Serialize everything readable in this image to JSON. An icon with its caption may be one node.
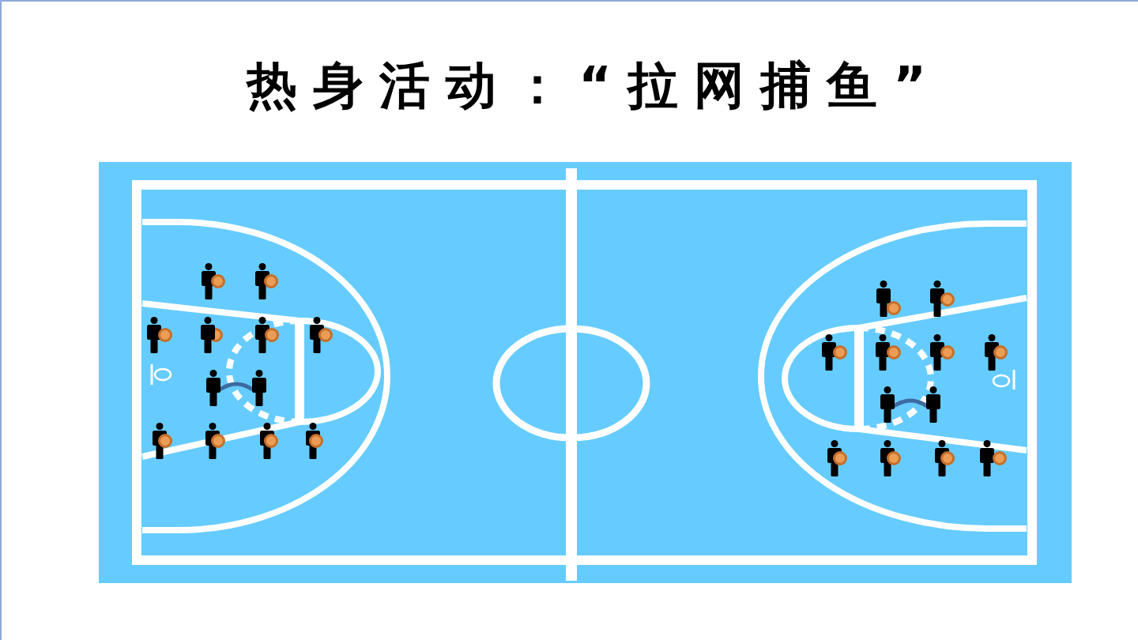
{
  "diagram": {
    "title": "热身活动：“拉网捕鱼”",
    "nodes": [
      {
        "text": [],
        "shape": "person"
      },
      {
        "text": [],
        "shape": "person"
      },
      {
        "text": [],
        "shape": "person"
      },
      {
        "text": [],
        "shape": "person"
      }
    ],
    "edges": [
      {
        "from": 0,
        "to": 1,
        "arrow": "none"
      },
      {
        "from": 2,
        "to": 3,
        "arrow": "none"
      }
    ]
  }
}
